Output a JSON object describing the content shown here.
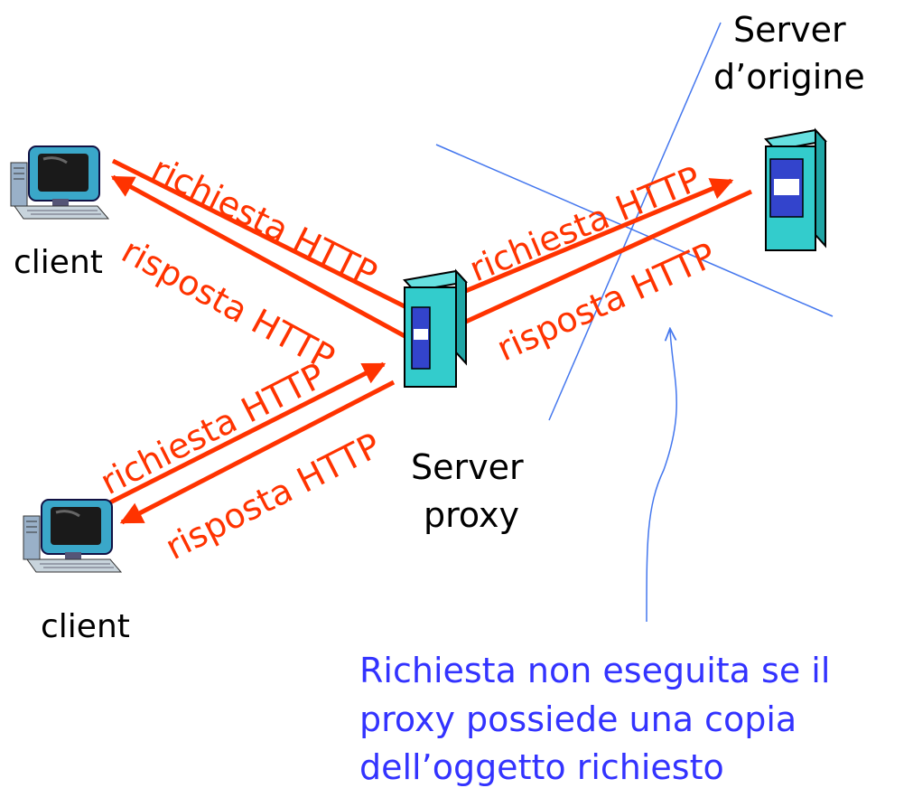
{
  "nodes": {
    "origin_server": {
      "line1": "Server",
      "line2": "d’origine"
    },
    "proxy_server": {
      "line1": "Server",
      "line2": "proxy"
    },
    "client_top": {
      "label": "client"
    },
    "client_bottom": {
      "label": "client"
    }
  },
  "arrows": {
    "top_client_request": "richiesta HTTP",
    "top_client_response": "risposta HTTP",
    "origin_request": "richiesta HTTP",
    "origin_response": "risposta HTTP",
    "bottom_client_request": "richiesta HTTP",
    "bottom_client_response": "risposta HTTP"
  },
  "note": {
    "line1": "Richiesta non eseguita se il",
    "line2": "proxy possiede una copia",
    "line3": "dell’oggetto richiesto"
  },
  "colors": {
    "arrow": "#ff3300",
    "strike_line": "#4477ee",
    "note_text": "#3333ff",
    "server_body": "#33cccc",
    "server_panel": "#3344cc"
  }
}
